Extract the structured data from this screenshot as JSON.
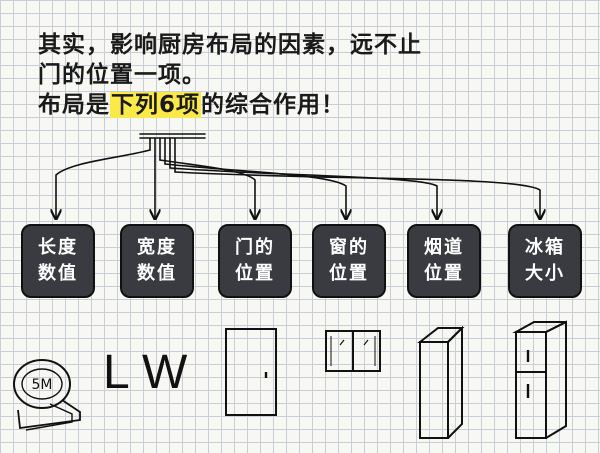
{
  "heading": {
    "line1": "其实，影响厨房布局的因素，远不止",
    "line2": "门的位置一项。",
    "line3_prefix": "布局是",
    "line3_highlight": "下列6项",
    "line3_suffix": "的综合作用！"
  },
  "factors": [
    {
      "line1": "长度",
      "line2": "数值"
    },
    {
      "line1": "宽度",
      "line2": "数值"
    },
    {
      "line1": "门的",
      "line2": "位置"
    },
    {
      "line1": "窗的",
      "line2": "位置"
    },
    {
      "line1": "烟道",
      "line2": "位置"
    },
    {
      "line1": "冰箱",
      "line2": "大小"
    }
  ],
  "illustrations": {
    "tape_measure_label": "5M",
    "length_letter": "L",
    "width_letter": "W"
  },
  "colors": {
    "highlight": "#fbe94a",
    "box_fill": "#3a3b40",
    "ink": "#111111"
  }
}
